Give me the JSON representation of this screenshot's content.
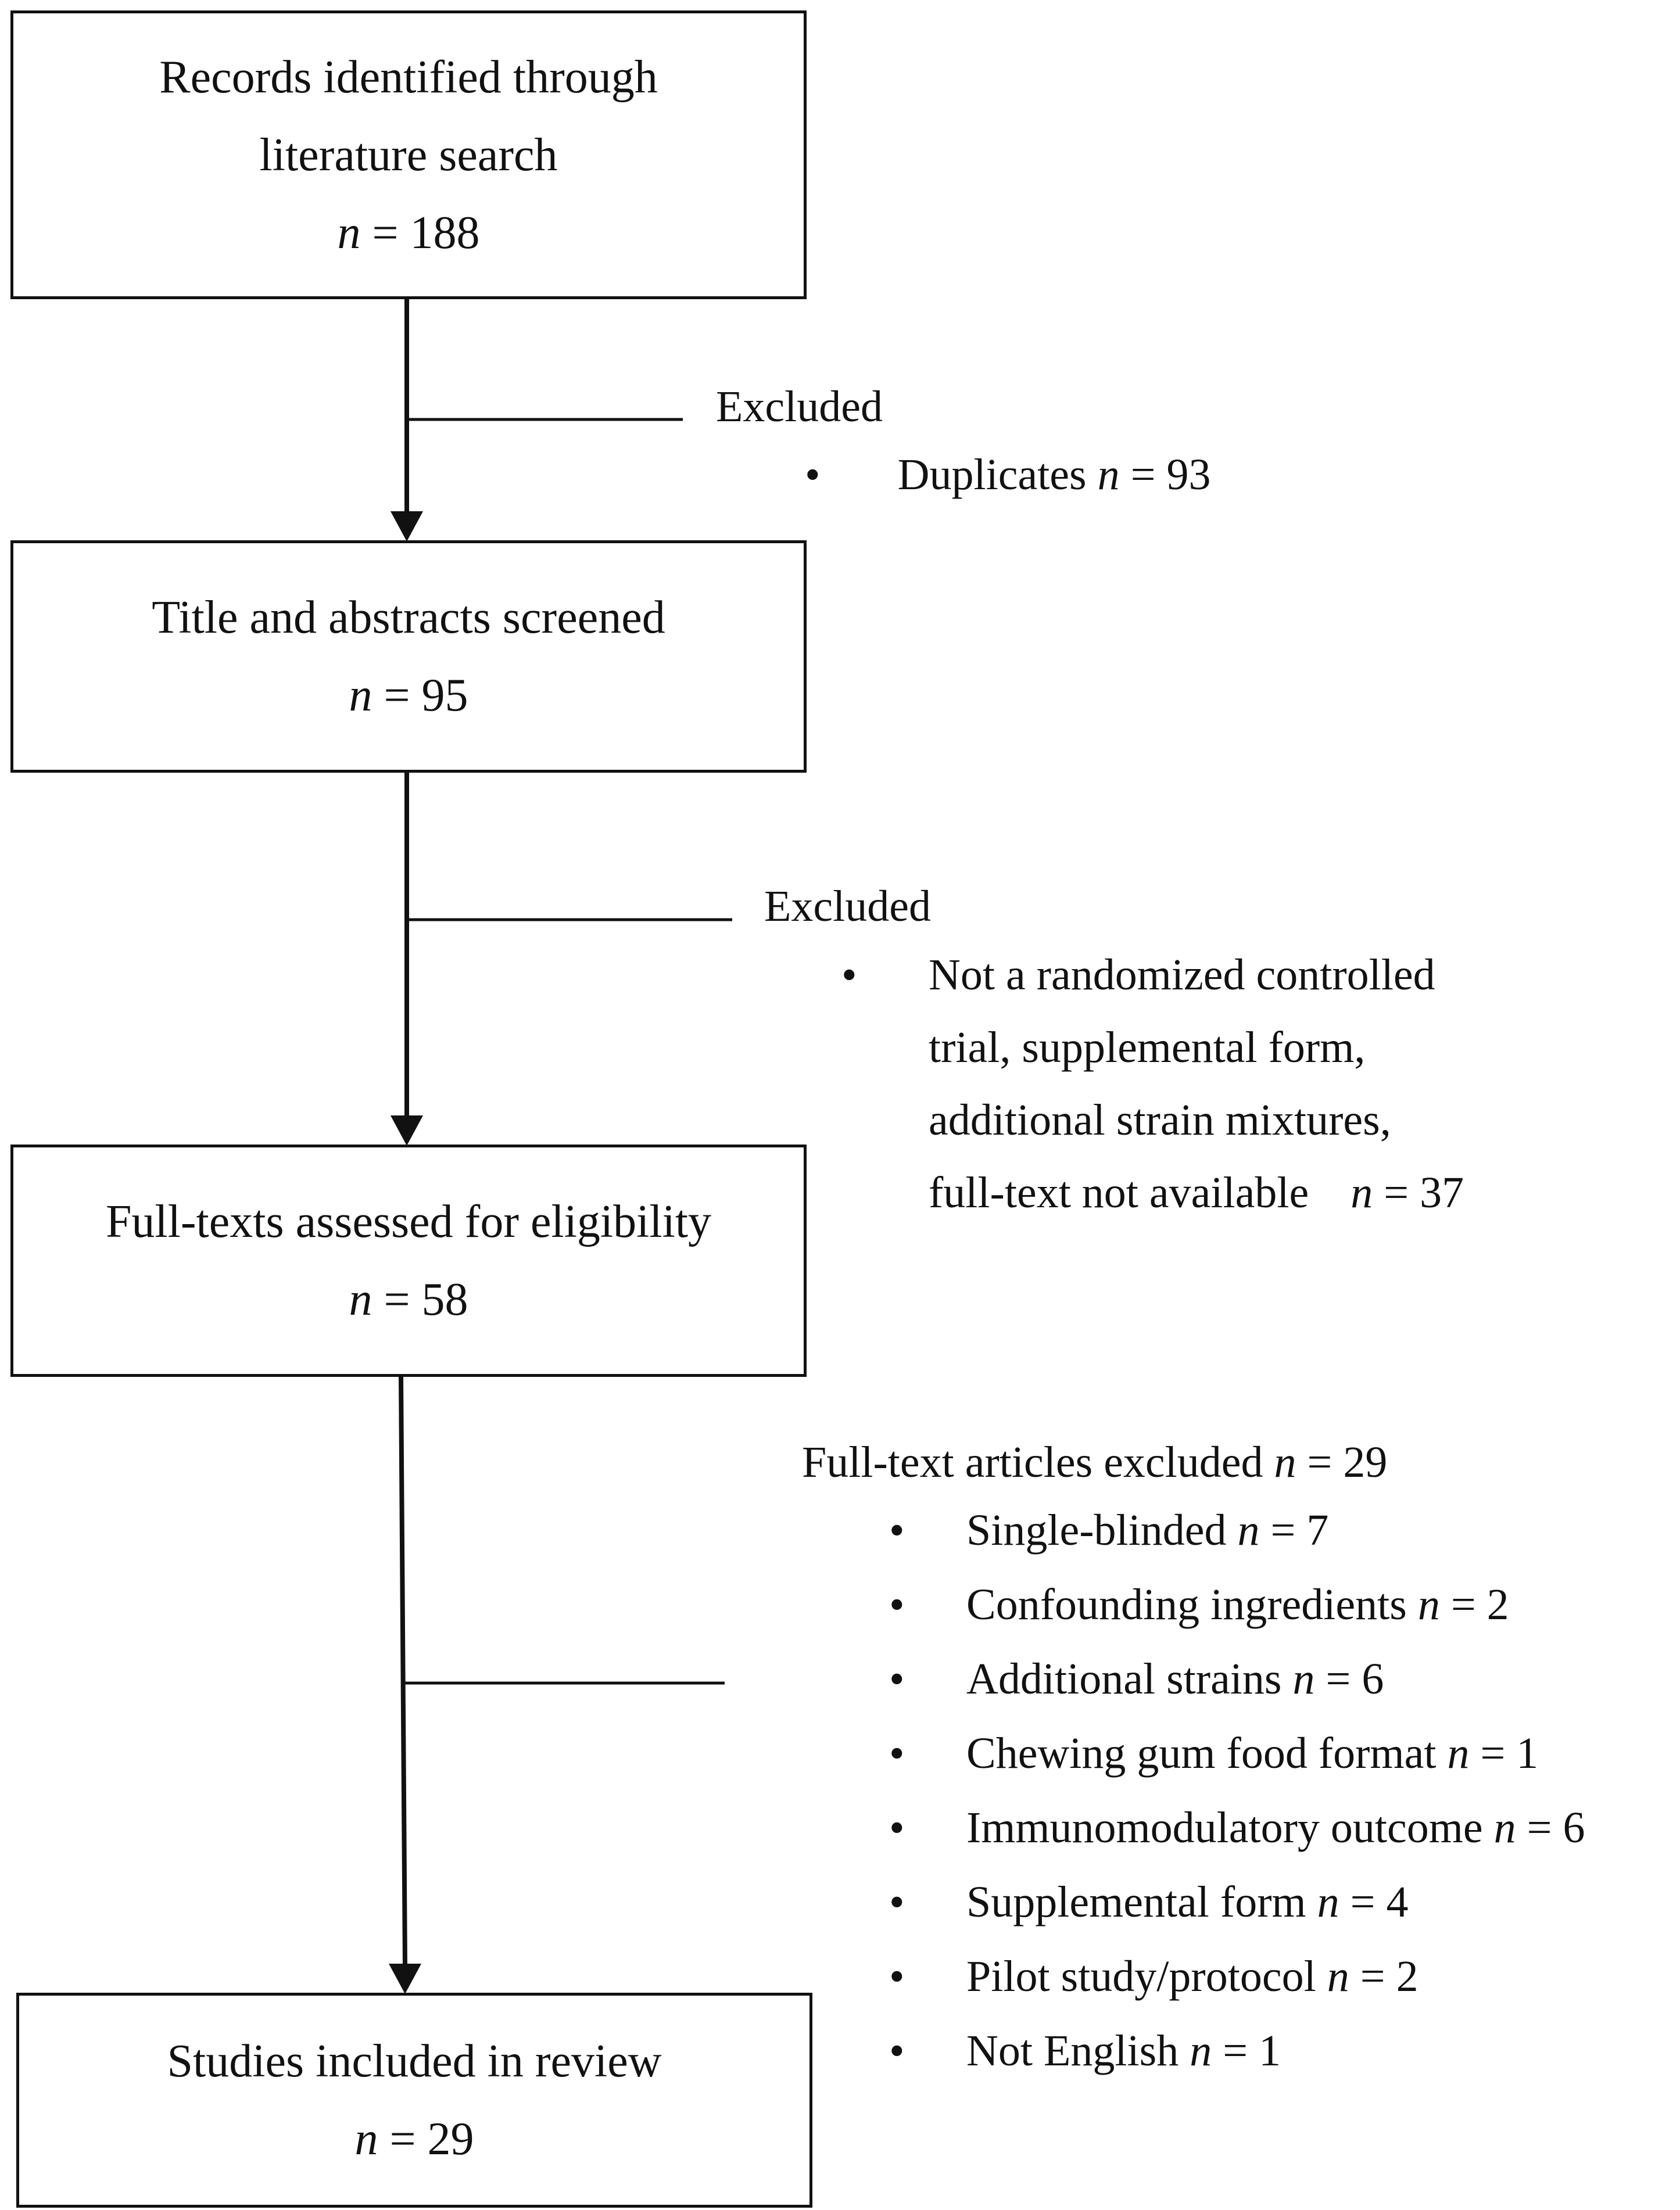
{
  "boxes": {
    "identified": {
      "line1": "Records identified through",
      "line2": "literature search",
      "n_label": "n",
      "n_rest": " = 188"
    },
    "screened": {
      "line1": "Title and abstracts screened",
      "n_label": "n",
      "n_rest": " = 95"
    },
    "fulltext": {
      "line1": "Full-texts assessed for eligibility",
      "n_label": "n",
      "n_rest": " = 58"
    },
    "included": {
      "line1": "Studies included in review",
      "n_label": "n",
      "n_rest": " = 29"
    }
  },
  "exclusions": {
    "first": {
      "heading": "Excluded",
      "items": [
        {
          "text": "Duplicates ",
          "n_label": "n",
          "n_rest": " = 93"
        }
      ]
    },
    "second": {
      "heading": "Excluded",
      "lines": [
        "Not a randomized controlled",
        "trial, supplemental form,",
        "additional strain mixtures,",
        "full-text not available"
      ],
      "n_label": "n",
      "n_rest": " = 37"
    },
    "third": {
      "heading_text": "Full-text articles excluded ",
      "heading_n_label": "n",
      "heading_n_rest": " = 29",
      "items": [
        {
          "text": "Single-blinded ",
          "n_label": "n",
          "n_rest": " = 7"
        },
        {
          "text": "Confounding ingredients ",
          "n_label": "n",
          "n_rest": " = 2"
        },
        {
          "text": "Additional strains ",
          "n_label": "n",
          "n_rest": " = 6"
        },
        {
          "text": "Chewing gum food format ",
          "n_label": "n",
          "n_rest": " = 1"
        },
        {
          "text": "Immunomodulatory outcome ",
          "n_label": "n",
          "n_rest": " = 6"
        },
        {
          "text": "Supplemental form ",
          "n_label": "n",
          "n_rest": " = 4"
        },
        {
          "text": "Pilot study/protocol ",
          "n_label": "n",
          "n_rest": " = 2"
        },
        {
          "text": "Not English ",
          "n_label": "n",
          "n_rest": " = 1"
        }
      ]
    },
    "bullet_glyph": "•"
  }
}
